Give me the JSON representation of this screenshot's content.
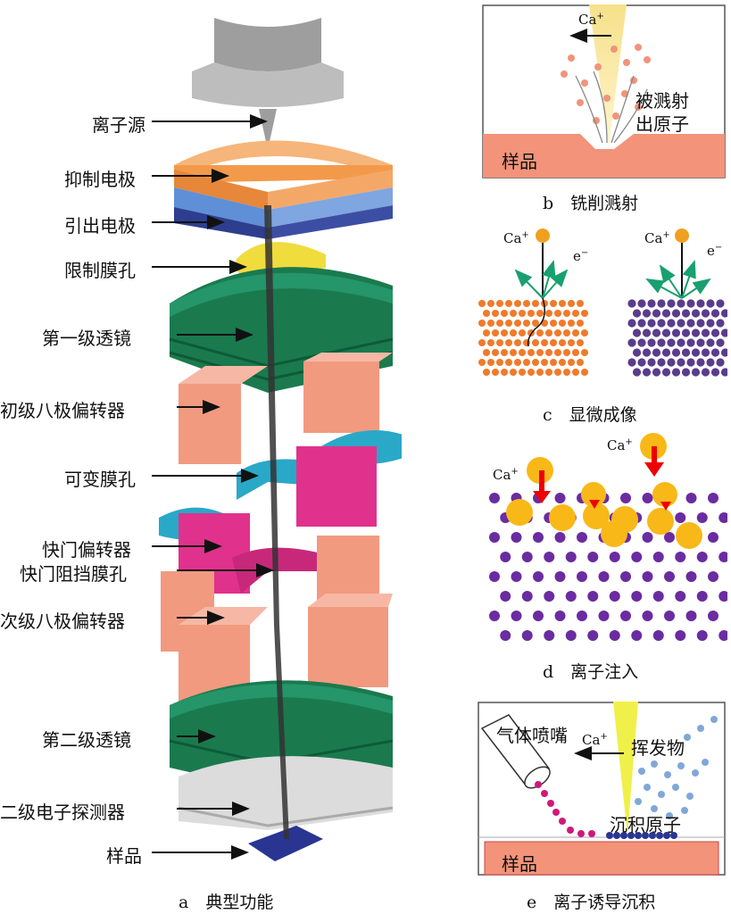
{
  "panel_a": {
    "caption": "a　典型功能",
    "labels": {
      "ion_source": "离子源",
      "suppressor": "抑制电极",
      "extractor": "引出电极",
      "limit_aperture": "限制膜孔",
      "lens1": "第一级透镜",
      "octopole1": "初级八极偏转器",
      "variable_aperture": "可变膜孔",
      "shutter_deflector": "快门偏转器",
      "shutter_aperture": "快门阻挡膜孔",
      "octopole2": "次级八极偏转器",
      "lens2": "第二级透镜",
      "detector": "二级电子探测器",
      "sample": "样品"
    }
  },
  "panel_b": {
    "caption": "b　铣削溅射",
    "ion": "Ca",
    "ion_charge": "+",
    "sputtered_line1": "被溅射",
    "sputtered_line2": "出原子",
    "sample": "样品"
  },
  "panel_c": {
    "caption": "c　显微成像",
    "ion": "Ca",
    "ion_charge": "+",
    "electron": "e",
    "electron_charge": "−"
  },
  "panel_d": {
    "caption": "d　离子注入",
    "ion": "Ca",
    "ion_charge": "+"
  },
  "panel_e": {
    "caption": "e　离子诱导沉积",
    "nozzle": "气体喷嘴",
    "ion": "Ca",
    "ion_charge": "+",
    "volatile": "挥发物",
    "deposit": "沉积原子",
    "sample": "样品"
  },
  "colors": {
    "orange": "#F39A4A",
    "blue": "#4F7FC8",
    "green": "#1A7A4E",
    "salmon": "#F19A80",
    "magenta": "#E0328C",
    "cyan": "#2AA8C8",
    "yellow": "#F0DC3C",
    "purple": "#6A3C96",
    "gold": "#F8B818"
  }
}
